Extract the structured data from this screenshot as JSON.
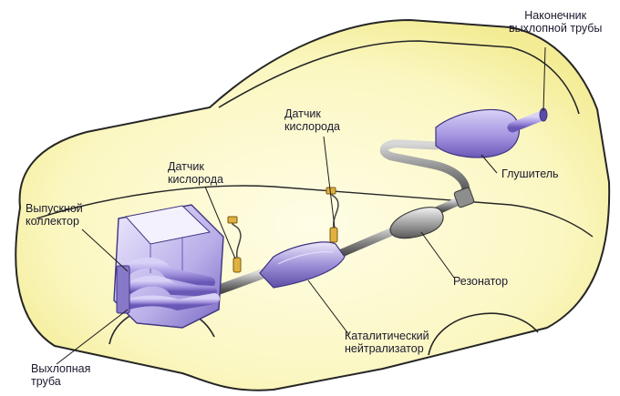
{
  "labels": {
    "tailpipe_tip": [
      "Наконечник",
      "выхлопной трубы"
    ],
    "oxygen_sensor_rear": [
      "Датчик",
      "кислорода"
    ],
    "oxygen_sensor_front": [
      "Датчик",
      "кислорода"
    ],
    "exhaust_manifold": [
      "Выпускной",
      "коллектор"
    ],
    "muffler": [
      "Глушитель"
    ],
    "resonator": [
      "Резонатор"
    ],
    "catalytic_converter": [
      "Каталитический",
      "нейтрализатор"
    ],
    "exhaust_pipe": [
      "Выхлопная",
      "труба"
    ]
  },
  "colors": {
    "car_fill": "#fbf8c8",
    "car_outline": "#222222",
    "component_purple": "#a99be0",
    "component_purple_dark": "#5c4aa8",
    "pipe_gray": "#8c8c8c",
    "sensor_gold": "#e0b040",
    "leader_line": "#1a1a1a"
  }
}
